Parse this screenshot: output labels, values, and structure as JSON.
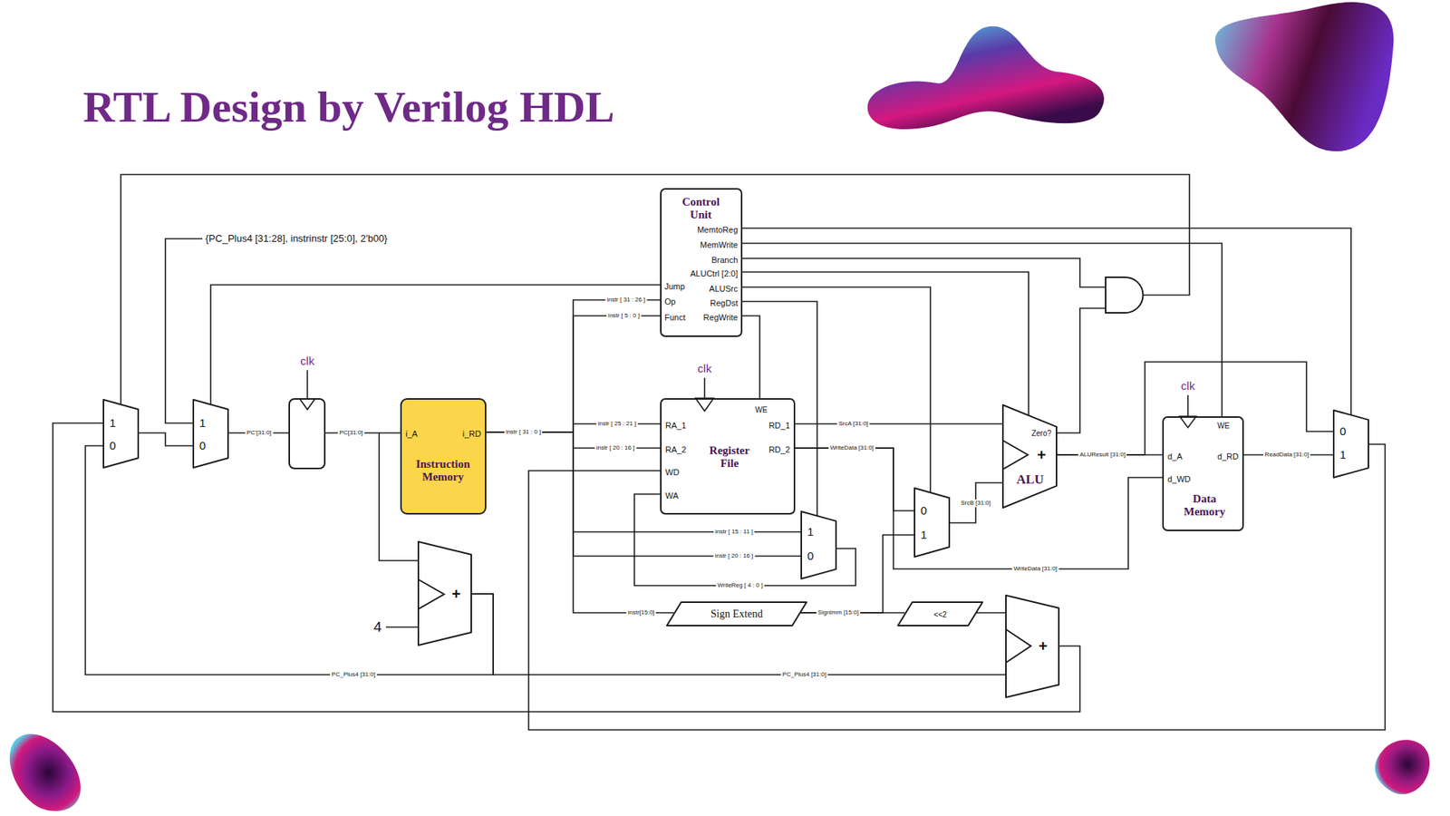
{
  "diagram": {
    "title": "RTL Design by Verilog HDL",
    "nodes": [
      {
        "text": [
          "Control Unit",
          "MemtoReg",
          "MemWrite",
          "Branch",
          "ALUCtrl [2:0]",
          "Jump",
          "ALUSrc",
          "Op",
          "RegDst",
          "Funct",
          "RegWrite"
        ]
      },
      {
        "text": [
          "1",
          "0"
        ]
      },
      {
        "text": [
          "1",
          "0"
        ]
      },
      {
        "text": [
          "i_A",
          "i_RD",
          "Instruction Memory"
        ]
      },
      {
        "text": [
          "RA_1",
          "RA_2",
          "WD",
          "WA",
          "WE",
          "Register File",
          "RD_1",
          "RD_2"
        ]
      },
      {
        "text": [
          "1",
          "0"
        ]
      },
      {
        "text": [
          "0",
          "1"
        ]
      },
      {
        "text": [
          "Zero?",
          "+",
          "ALU"
        ]
      },
      {
        "text": [
          "Sign Extend"
        ]
      },
      {
        "text": [
          "<<2"
        ]
      },
      {
        "text": [
          "+"
        ]
      },
      {
        "text": [
          "+"
        ]
      },
      {
        "text": [
          "WE",
          "d_A",
          "d_RD",
          "d_WD",
          "Data Memory"
        ]
      },
      {
        "text": [
          "0",
          "1"
        ]
      }
    ],
    "edges": [
      {
        "from": 0,
        "to": 13,
        "arrow": "none"
      },
      {
        "from": 0,
        "to": 12,
        "arrow": "none"
      },
      {
        "from": 0,
        "to": 7,
        "arrow": "none"
      },
      {
        "from": 0,
        "to": 6,
        "arrow": "none"
      },
      {
        "from": 0,
        "to": 5,
        "arrow": "none"
      },
      {
        "from": 0,
        "to": 4,
        "arrow": "none"
      },
      {
        "from": 0,
        "to": 2,
        "arrow": "none"
      },
      {
        "from": 3,
        "to": 0,
        "label": "instr [ 31 : 26 ]",
        "arrow": "none"
      },
      {
        "from": 3,
        "to": 0,
        "label": "instr [ 5 : 0 ]",
        "arrow": "none"
      },
      {
        "from": 3,
        "to": 4,
        "label": "instr [ 25 : 21 ]",
        "arrow": "none"
      },
      {
        "from": 3,
        "to": 4,
        "label": "instr [ 20 : 16 ]",
        "arrow": "none"
      },
      {
        "from": 3,
        "to": 5,
        "label": "instr [ 15 : 11 ]",
        "arrow": "none"
      },
      {
        "from": 3,
        "to": 5,
        "label": "instr [ 20 : 16 ]",
        "arrow": "none"
      },
      {
        "from": 3,
        "to": 8,
        "label": "instr[15:0]",
        "arrow": "none"
      },
      {
        "from": 4,
        "to": 7,
        "label": "SrcA [31:0]",
        "arrow": "none"
      },
      {
        "from": 4,
        "to": 6,
        "label": "WriteData [31:0]",
        "arrow": "none"
      },
      {
        "from": 4,
        "to": 12,
        "label": "WriteData [31:0]",
        "arrow": "none"
      },
      {
        "from": 5,
        "to": 4,
        "label": "WriteReg [ 4 : 0 ]",
        "arrow": "none"
      },
      {
        "from": 13,
        "to": 4,
        "arrow": "none"
      },
      {
        "from": 8,
        "to": 6,
        "label": "SignImm [15:0]",
        "arrow": "none"
      },
      {
        "from": 8,
        "to": 9,
        "arrow": "none"
      },
      {
        "from": 6,
        "to": 7,
        "label": "SrcB [31:0]",
        "arrow": "none"
      },
      {
        "from": 7,
        "to": 12,
        "label": "ALUResult [31:0]",
        "arrow": "none"
      },
      {
        "from": 7,
        "to": 13,
        "arrow": "none"
      },
      {
        "from": 12,
        "to": 13,
        "label": "ReadData [31:0]",
        "arrow": "none"
      },
      {
        "from": 9,
        "to": 11,
        "arrow": "none"
      },
      {
        "from": 10,
        "to": 1,
        "label": "PC_Plus4 [31:0]",
        "arrow": "none"
      },
      {
        "from": 10,
        "to": 11,
        "label": "PC_Plus4 [31:0]",
        "arrow": "none"
      },
      {
        "from": 11,
        "to": 1,
        "arrow": "none"
      },
      {
        "from": 1,
        "to": 2,
        "arrow": "none"
      }
    ],
    "labels": [
      "{PC_Plus4 [31:28], instrinstr [25:0], 2'b00}",
      "PC'[31:0]",
      "PC[31:0]",
      "clk",
      "clk",
      "clk",
      "instr [ 31 : 0 ]",
      "4"
    ]
  }
}
